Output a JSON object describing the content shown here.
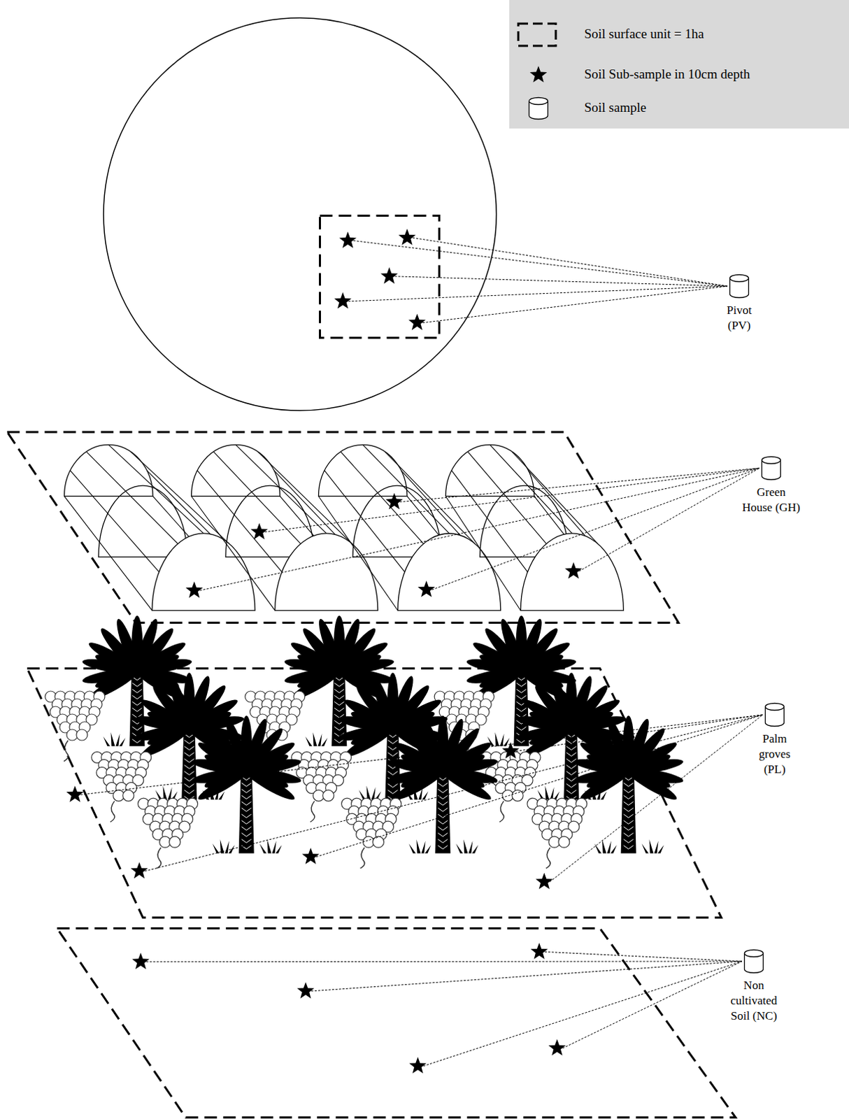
{
  "diagram": {
    "nodes": [
      {
        "text": [
          "Pivot (PV)"
        ]
      },
      {
        "text": [
          "Green House (GH)"
        ]
      },
      {
        "text": [
          "Palm groves (PL)"
        ]
      },
      {
        "text": [
          "Non cultivated Soil (NC)"
        ]
      }
    ],
    "legend": [
      {
        "text": "Soil surface unit = 1ha"
      },
      {
        "text": "Soil Sub-sample in 10cm depth"
      },
      {
        "text": "Soil sample"
      }
    ]
  }
}
